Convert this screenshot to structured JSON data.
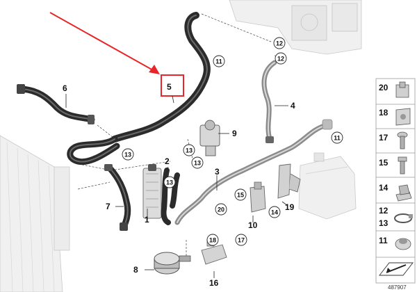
{
  "callouts": {
    "c1": "1",
    "c2": "2",
    "c3": "3",
    "c4": "4",
    "c5": "5",
    "c6": "6",
    "c7": "7",
    "c8": "8",
    "c9": "9",
    "c10": "10",
    "c16": "16",
    "c19": "19"
  },
  "circles": {
    "r11a": "11",
    "r11b": "11",
    "r12a": "12",
    "r12b": "12",
    "r13a": "13",
    "r13b": "13",
    "r13c": "13",
    "r13d": "13",
    "r14": "14",
    "r15": "15",
    "r17": "17",
    "r18": "18",
    "r20": "20"
  },
  "legend": {
    "items": [
      "20",
      "18",
      "17",
      "15",
      "14",
      "12",
      "13",
      "11"
    ]
  },
  "ref_number": "487907",
  "colors": {
    "arrow": "#e8262a",
    "highlight_box": "#e8262a"
  }
}
